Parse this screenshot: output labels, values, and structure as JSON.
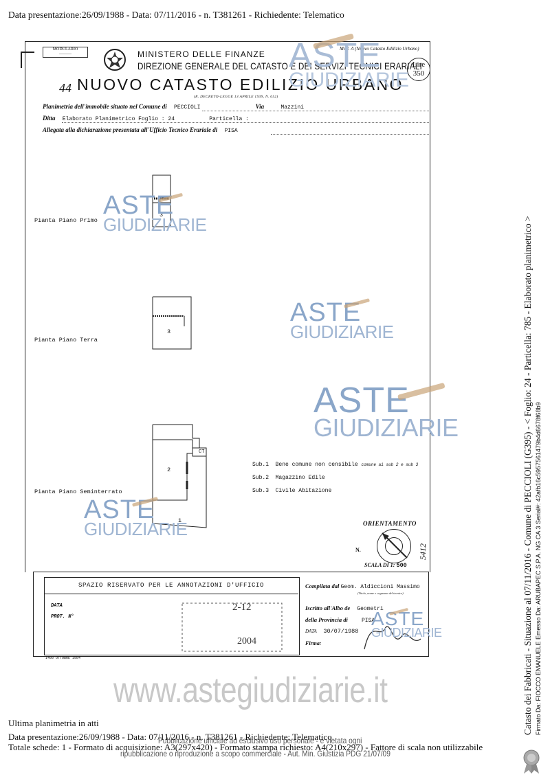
{
  "top_header": "Data presentazione:26/09/1988 - Data: 07/11/2016 - n. T381261 - Richiedente: Telematico",
  "form": {
    "modulario": "MODULARIO",
    "ministry": "MINISTERO DELLE FINANZE",
    "direction": "DIREZIONE GENERALE DEL CATASTO E DEI SERVIZI TECNICI ERARIALI",
    "model_label": "Mod. A (Nuovo Catasto Edilizio Urbano)",
    "lire_label": "Lire",
    "lire_value": "350",
    "handwritten_number": "44",
    "title": "NUOVO CATASTO EDILIZIO URBANO",
    "decree": "(R. DECRETO-LEGGE 13 APRILE 1939, N. 652)",
    "row1_label": "Planimetria dell'immobile situato nel Comune di",
    "row1_value": "PECCIOLI",
    "row1_via_label": "Via",
    "row1_via_value": "Mazzini",
    "row2_label": "Ditta",
    "row2_value": "Elaborato  Planimetrico  Foglio : 24",
    "row2_particella_label": "Particella :",
    "row3_label": "Allegata alla dichiarazione presentata all'Ufficio Tecnico Erariale di",
    "row3_value": "PISA"
  },
  "floors": {
    "primo": {
      "label": "Pianta Piano Primo",
      "unit": "3"
    },
    "terra": {
      "label": "Pianta Piano Terra",
      "unit": "3"
    },
    "seminterrato": {
      "label": "Pianta Piano Seminterrato",
      "unit_a": "2",
      "unit_b": "1",
      "ct": "CT"
    }
  },
  "legend": [
    {
      "sub": "Sub.1",
      "text": "Bene comune non censibile",
      "note": "comune ai sub 2 e sub 3"
    },
    {
      "sub": "Sub.2",
      "text": "Magazzino Edile",
      "note": ""
    },
    {
      "sub": "Sub.3",
      "text": "Civile Abitazione",
      "note": ""
    }
  ],
  "orientation": {
    "label": "ORIENTAMENTO",
    "north": "N.",
    "scale_label": "SCALA DI 1:",
    "scale_value": "500",
    "side_code": "5412"
  },
  "office": {
    "title": "SPAZIO RISERVATO PER LE ANNOTAZIONI D'UFFICIO",
    "data_label": "DATA",
    "prot_label": "PROT. N°",
    "stamp_top": "2-12",
    "stamp_bottom": "2004",
    "footer_code": "1400 OTTOBRE 1984"
  },
  "compiler": {
    "compiled_label": "Compilata dal",
    "compiled_value": "Geom. Aldiccioni Massimo",
    "compiled_sub": "(Titolo, nome e cognome del tecnico)",
    "albo_label": "Iscritto all'Albo de",
    "albo_value": "Geometri",
    "provincia_label": "della Provincia di",
    "provincia_value": "PISA",
    "data_label": "DATA",
    "data_value": "30/07/1988",
    "firma_label": "Firma:"
  },
  "watermark": {
    "aste": "ASTE",
    "giudiziarie": "GIUDIZIARIE",
    "site": "www.astegiudiziarie.it"
  },
  "footer": {
    "last": "Ultima planimetria in atti",
    "line2": "Data presentazione:26/09/1988 - Data: 07/11/2016 - n. T381261 - Richiedente: Telematico",
    "line3": "Totale schede: 1 - Formato di acquisizione: A3(297x420) - Formato stampa richiesto: A4(210x297) - Fattore di scala non utilizzabile",
    "notice1": "Pubblicazione ufficiale ad esclusivo uso personale - è vietata ogni",
    "notice2": "ripubblicazione o riproduzione a scopo commerciale - Aut. Min. Giustizia PDG 21/07/09"
  },
  "vertical": {
    "main": "Catasto dei Fabbricati - Situazione al 07/11/2016 - Comune di PECCIOLI (G395) - < Foglio: 24 - Particella: 785 - Elaborato planimetrico >",
    "signature": "Firmato Da: FIOCCO EMANUELE Emesso Da: ARUBAPEC S.P.A. NG CA 3 Serial#: 42afb16c5957561479b4d6678f68b9"
  }
}
